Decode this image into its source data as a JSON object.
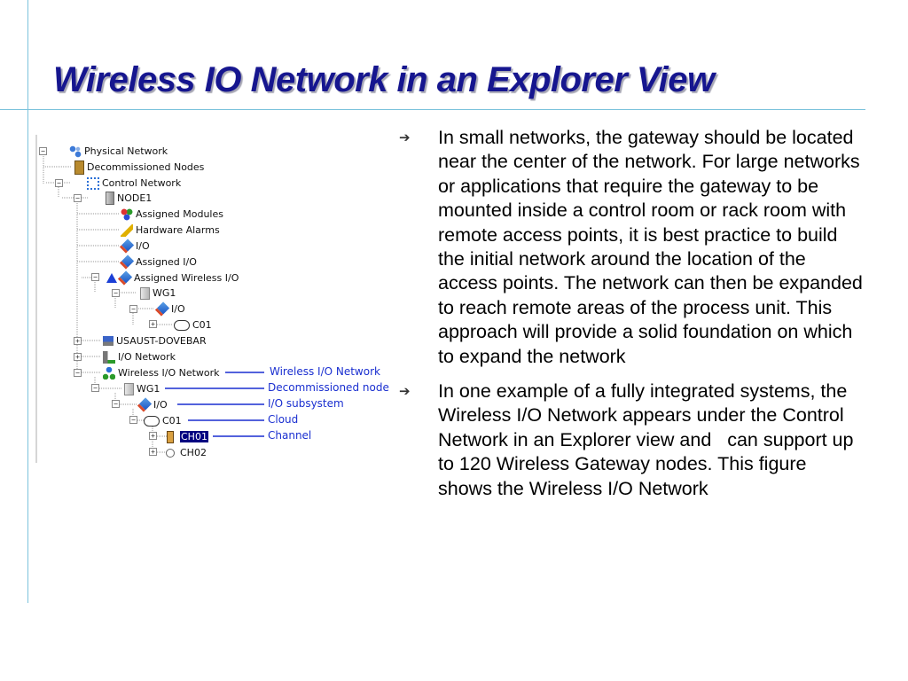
{
  "slide": {
    "title": "Wireless IO Network in an Explorer View"
  },
  "tree": {
    "nodes": [
      {
        "label": "Physical Network",
        "icon": "network-icon",
        "expander": "minus"
      },
      {
        "label": "Decommissioned Nodes",
        "icon": "decommissioned-icon",
        "expander": ""
      },
      {
        "label": "Control Network",
        "icon": "control-network-icon",
        "expander": "minus"
      },
      {
        "label": "NODE1",
        "icon": "controller-icon",
        "expander": "minus"
      },
      {
        "label": "Assigned Modules",
        "icon": "modules-icon",
        "expander": ""
      },
      {
        "label": "Hardware Alarms",
        "icon": "alarm-icon",
        "expander": ""
      },
      {
        "label": "I/O",
        "icon": "io-icon",
        "expander": ""
      },
      {
        "label": "Assigned I/O",
        "icon": "io-icon",
        "expander": ""
      },
      {
        "label": "Assigned Wireless I/O",
        "icon": "wireless-io-icon",
        "expander": "minus"
      },
      {
        "label": "WG1",
        "icon": "gateway-icon",
        "expander": "minus"
      },
      {
        "label": "I/O",
        "icon": "io-icon",
        "expander": "minus"
      },
      {
        "label": "C01",
        "icon": "cloud-icon",
        "expander": "plus"
      },
      {
        "label": "USAUST-DOVEBAR",
        "icon": "workstation-icon",
        "expander": "plus"
      },
      {
        "label": "I/O Network",
        "icon": "io-network-icon",
        "expander": "plus"
      },
      {
        "label": "Wireless I/O Network",
        "icon": "wireless-network-icon",
        "expander": "minus"
      },
      {
        "label": "WG1",
        "icon": "gateway-icon",
        "expander": "minus"
      },
      {
        "label": "I/O",
        "icon": "io-icon",
        "expander": "minus"
      },
      {
        "label": "C01",
        "icon": "cloud-icon",
        "expander": "minus"
      },
      {
        "label": "CH01",
        "icon": "channel-icon",
        "expander": "plus",
        "selected": true
      },
      {
        "label": "CH02",
        "icon": "channel-icon",
        "expander": "plus"
      }
    ],
    "callouts": [
      "Wireless I/O Network",
      "Decommissioned node",
      "I/O subsystem",
      "Cloud",
      "Channel"
    ]
  },
  "bullets": [
    "In small networks, the gateway should be located near the center of the network. For large networks or applications that require the gateway to be mounted inside a control room or rack room with remote access points, it is best practice to build the initial network around the location of the access points. The network can then be expanded to reach remote areas of the process unit. This approach will provide a solid foundation on which to expand the network",
    "In one example of a fully integrated systems, the Wireless I/O Network appears under the Control Network in an Explorer view and   can support up to 120 Wireless Gateway nodes. This figure shows the Wireless I/O Network"
  ],
  "colors": {
    "title": "#16168f",
    "callout": "#1a2fd0",
    "rule": "#7cc3dc"
  }
}
